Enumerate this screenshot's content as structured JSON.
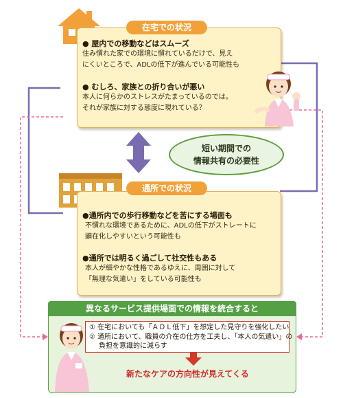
{
  "home": {
    "tab": "在宅での状況",
    "b1": "● 屋内での移動などはスムーズ",
    "b1_line1": "住み慣れた家での環境に慣れているだけで、見え",
    "b1_line2": "にくいところで、ADLの低下が進んでいる可能性も",
    "b2": "● むしろ、家族との折り合いが悪い",
    "b2_line1": "本人に何らかのストレスがたまっているのでは。",
    "b2_line2": "それが家族に対する態度に現れている？"
  },
  "bubble": {
    "line1": "短い期間での",
    "line2": "情報共有の必要性"
  },
  "daycare": {
    "tab": "通所での状況",
    "b1": "●通所内での歩行移動などを苦にする場面も",
    "b1_line1": "不慣れな環境であるために、ADLの低下がストレートに",
    "b1_line2": "顕在化しやすいという可能性も",
    "b2": "●通所では明るく過ごして社交性もある",
    "b2_line1": "本人が細やかな性格であるゆえに、周囲に対して",
    "b2_line2": "「無理な気遣い」をしている可能性も"
  },
  "summary": {
    "title": "異なるサービス提供場面での情報を統合すると",
    "item1": "① 在宅においても「ＡＤＬ低下」を想定した見守りを強化したい",
    "item2_line1": "② 通所において、職員の介在の仕方を工夫し、「本人の気遣い」の",
    "item2_line2": "負担を意識的に減らす",
    "result": "新たなケアの方向性が見えてくる"
  },
  "colors": {
    "panel_fill": "#fdf3c6",
    "tab_orange": "#f2a13a",
    "loop_purple": "#7a6bb0",
    "arrow_pink": "#e86a92",
    "green": "#54a045",
    "red": "#d23a2a"
  }
}
